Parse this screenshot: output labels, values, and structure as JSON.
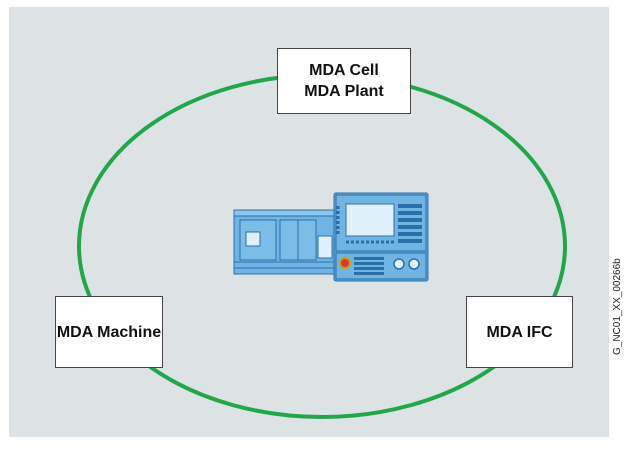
{
  "colors": {
    "background": "#dde2e5",
    "ring": "#1fa84a",
    "machine_blue": "#6fb4e3",
    "machine_dark": "#2a6fa8"
  },
  "nodes": {
    "cell": {
      "line1": "MDA Cell",
      "line2": "MDA Plant"
    },
    "machine": {
      "label": "MDA Machine"
    },
    "ifc": {
      "label": "MDA IFC"
    }
  },
  "center_icon": "cnc-machine-with-control-panel-icon",
  "reference_code": "G_NC01_XX_00266b"
}
